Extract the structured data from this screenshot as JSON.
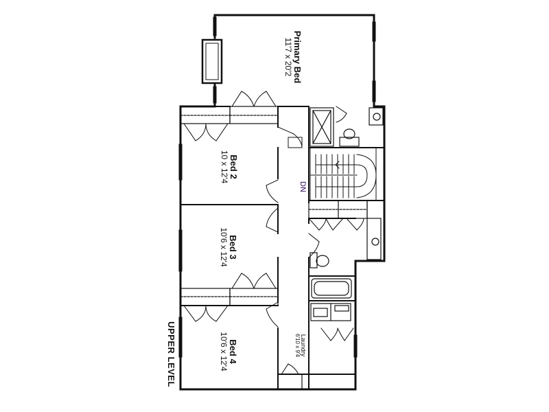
{
  "plan": {
    "level_label": "UPPER LEVEL",
    "stair_label": "DN",
    "rooms": {
      "primary": {
        "name": "Primary Bed",
        "dims": "11'7 x 20'2"
      },
      "bed2": {
        "name": "Bed 2",
        "dims": "10 x 12'4"
      },
      "bed3": {
        "name": "Bed 3",
        "dims": "10'6 x 12'4"
      },
      "bed4": {
        "name": "Bed 4",
        "dims": "10'6 x 12'4"
      },
      "laundry": {
        "name": "Laundry",
        "dims": "6'10 x 9'4"
      }
    }
  }
}
